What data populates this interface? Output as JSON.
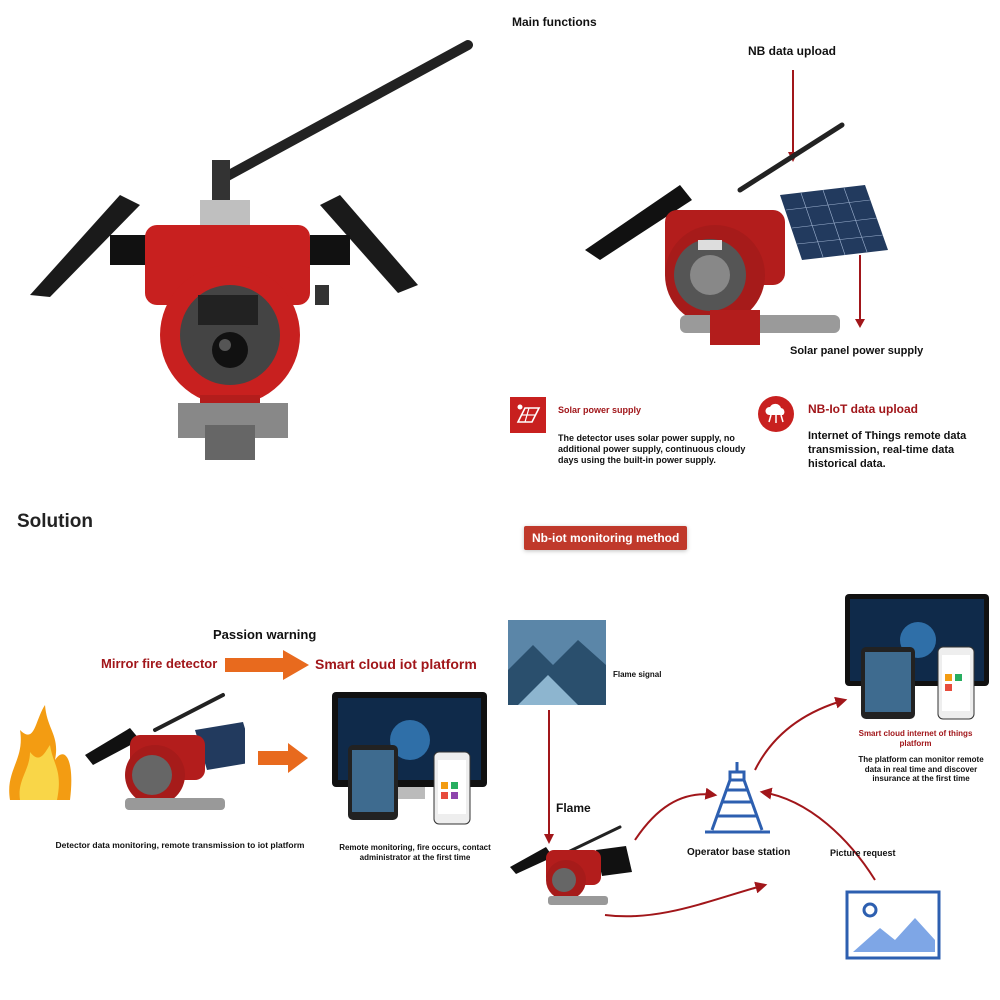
{
  "features_section": {
    "title": "Main functions",
    "nb_upload_label": "NB data upload",
    "solar_panel_label": "Solar panel power supply",
    "cards": [
      {
        "icon": "solar-panel-icon",
        "title": "Solar power supply",
        "description": "The detector uses solar power supply, no additional power supply, continuous cloudy days using the built-in power supply."
      },
      {
        "icon": "cloud-network-icon",
        "title": "NB-IoT data upload",
        "description": "Internet of Things remote data transmission, real-time data historical data."
      }
    ]
  },
  "solution_section": {
    "title": "Solution",
    "method_badge": "Nb-iot monitoring method",
    "passion_warning": "Passion warning",
    "mirror_fire_detector": "Mirror fire detector",
    "smart_cloud_platform": "Smart cloud iot platform",
    "detector_caption": "Detector data monitoring, remote transmission to iot platform",
    "remote_caption": "Remote monitoring, fire occurs, contact administrator at the first time",
    "flame_signal": "Flame signal",
    "flame": "Flame",
    "operator_base_station": "Operator base station",
    "picture_request": "Picture request",
    "smart_cloud_things_platform": "Smart cloud internet of things platform",
    "platform_caption": "The platform can monitor remote data in real time and discover insurance at the first time"
  },
  "colors": {
    "accent_red": "#c8201f",
    "dark_red": "#a1161a",
    "arrow_orange": "#e86a1e",
    "tower_blue": "#2d5fb0"
  }
}
